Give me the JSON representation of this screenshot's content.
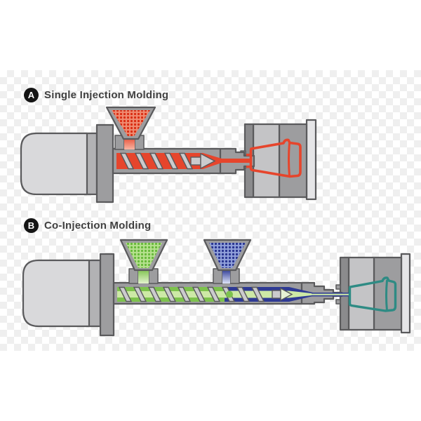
{
  "panels": [
    {
      "badge": "A",
      "title": "Single Injection Molding"
    },
    {
      "badge": "B",
      "title": "Co-Injection Molding"
    }
  ],
  "colors": {
    "badge": "#151515",
    "text": "#404040",
    "checker": "#efefef",
    "outline": "#5a5a5c",
    "machine-light": "#d9d9db",
    "machine-mid": "#9d9d9f",
    "machine-band": "#b2b2b4",
    "flight": "#cbcbcd",
    "mold-light": "#c4c4c6",
    "mold-dark": "#8b8b8d",
    "platen": "#e5e5e7",
    "red": "#e6452c",
    "red-pellet-bg": "#ef8a70",
    "red-pellet-dot": "#d92c12",
    "green": "#7dc24d",
    "green-core": "#cde9a6",
    "green-pellet-bg": "#b5e08e",
    "green-pellet-dot": "#66b839",
    "navy": "#2e3a94",
    "navy-pellet-bg": "#8f9fd9",
    "navy-pellet-dot": "#27338f",
    "teal": "#2e8b84"
  }
}
